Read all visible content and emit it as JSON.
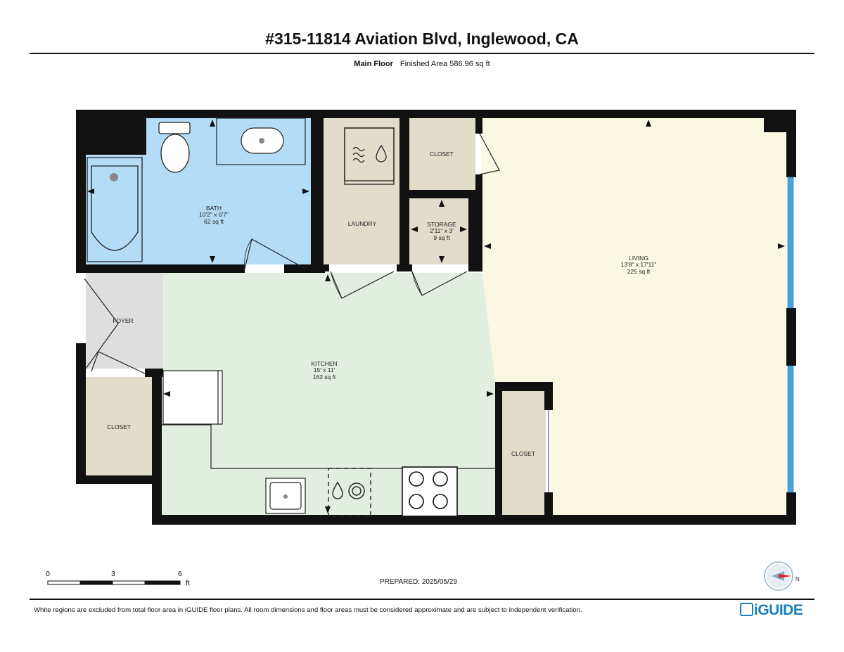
{
  "header": {
    "title": "#315-11814 Aviation Blvd, Inglewood, CA",
    "floor_label": "Main Floor",
    "finished_area": "Finished Area 586.96 sq ft"
  },
  "rooms": {
    "bath": {
      "name": "BATH",
      "dims": "10'2\" x 6'7\"",
      "area": "62 sq ft"
    },
    "laundry": {
      "name": "LAUNDRY"
    },
    "closet_top": {
      "name": "CLOSET"
    },
    "storage": {
      "name": "STORAGE",
      "dims": "2'11\" x 3'",
      "area": "9 sq ft"
    },
    "living": {
      "name": "LIVING",
      "dims": "13'8\" x 17'11\"",
      "area": "225 sq ft"
    },
    "foyer": {
      "name": "FOYER"
    },
    "kitchen": {
      "name": "KITCHEN",
      "dims": "15' x 11'",
      "area": "163 sq ft"
    },
    "closet_left": {
      "name": "CLOSET"
    },
    "closet_right": {
      "name": "CLOSET"
    }
  },
  "colors": {
    "wall": "#111111",
    "bath": "#b5dcf7",
    "laundry": "#e2dccb",
    "kitchen": "#e2efe0",
    "living": "#fbf8e2",
    "foyer": "#dedede",
    "window": "#4aa3df"
  },
  "scale_bar": {
    "labels": [
      "0",
      "3",
      "6"
    ],
    "unit": "ft"
  },
  "prepared": "PREPARED: 2025/05/29",
  "disclaimer": "White regions are excluded from total floor area in iGUIDE floor plans. All room dimensions and floor areas must be considered approximate and are subject to independent verification.",
  "logo": "iGUIDE",
  "compass_label": "N"
}
